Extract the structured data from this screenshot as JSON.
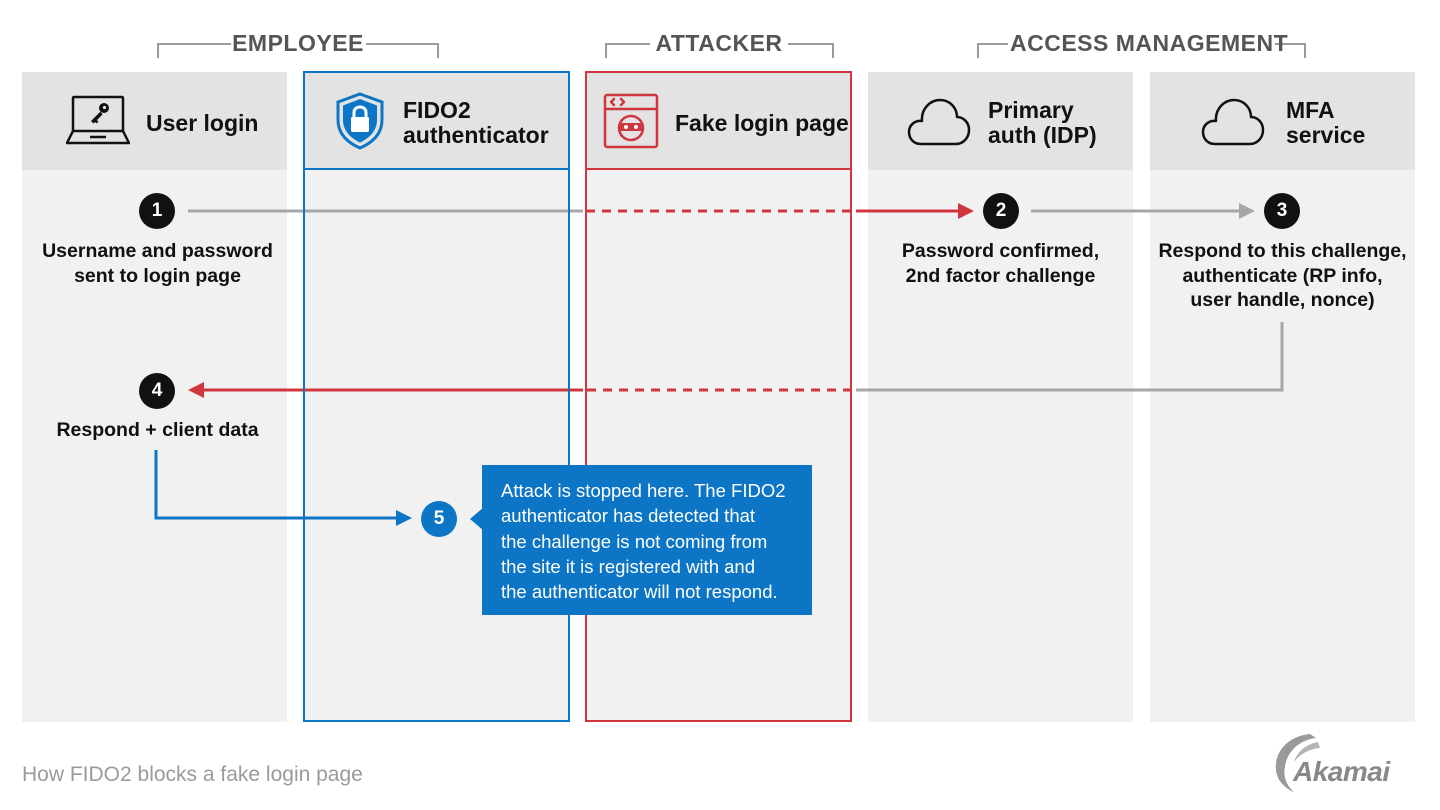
{
  "groups": {
    "employee": "EMPLOYEE",
    "attacker": "ATTACKER",
    "access_management": "ACCESS MANAGEMENT"
  },
  "columns": [
    {
      "title": "User login",
      "icon": "laptop-key-icon"
    },
    {
      "title": "FIDO2\nauthenticator",
      "icon": "shield-lock-icon"
    },
    {
      "title": "Fake login page",
      "icon": "browser-masked-face-icon"
    },
    {
      "title": "Primary\nauth (IDP)",
      "icon": "cloud-icon"
    },
    {
      "title": "MFA\nservice",
      "icon": "cloud-icon"
    }
  ],
  "steps": [
    {
      "number": "1",
      "text": "Username and password\nsent to login page"
    },
    {
      "number": "2",
      "text": "Password confirmed,\n2nd factor challenge"
    },
    {
      "number": "3",
      "text": "Respond to this challenge,\nauthenticate (RP info,\nuser handle, nonce)"
    },
    {
      "number": "4",
      "text": "Respond + client data"
    },
    {
      "number": "5",
      "text": "Attack is stopped here. The FIDO2\nauthenticator has detected that\nthe challenge is not coming from\nthe site it is registered with and\nthe authenticator will not respond."
    }
  ],
  "caption": "How FIDO2 blocks a fake login page",
  "logo": "Akamai",
  "colors": {
    "gray_arrow": "#a6a6a6",
    "red": "#d0363d",
    "blue": "#0c75c6",
    "column_bg": "#f1f1f1",
    "header_bg": "#e3e3e3"
  }
}
